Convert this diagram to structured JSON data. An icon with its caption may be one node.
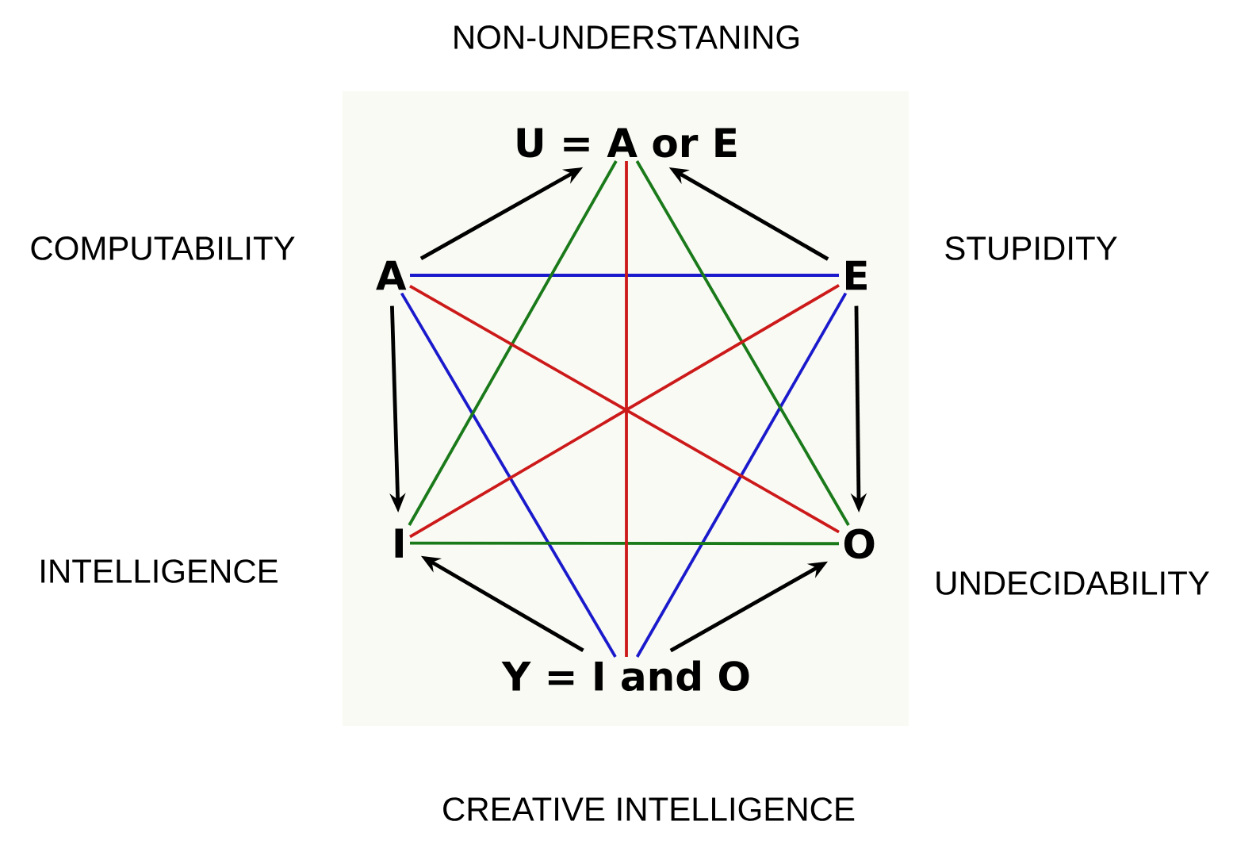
{
  "diagram": {
    "nodes": [
      {
        "text": [
          "U = A or E"
        ]
      },
      {
        "text": [
          "A"
        ]
      },
      {
        "text": [
          "E"
        ]
      },
      {
        "text": [
          "I"
        ]
      },
      {
        "text": [
          "O"
        ]
      },
      {
        "text": [
          "Y = I and O"
        ]
      }
    ],
    "edges": [
      {
        "from": 1,
        "to": 0,
        "arrow": "to"
      },
      {
        "from": 2,
        "to": 0,
        "arrow": "to"
      },
      {
        "from": 1,
        "to": 3,
        "arrow": "to"
      },
      {
        "from": 2,
        "to": 4,
        "arrow": "to"
      },
      {
        "from": 5,
        "to": 3,
        "arrow": "to"
      },
      {
        "from": 5,
        "to": 4,
        "arrow": "to"
      },
      {
        "from": 1,
        "to": 2,
        "arrow": "none",
        "color": "#1a1acc"
      },
      {
        "from": 1,
        "to": 5,
        "arrow": "none",
        "color": "#1a1acc"
      },
      {
        "from": 2,
        "to": 5,
        "arrow": "none",
        "color": "#1a1acc"
      },
      {
        "from": 0,
        "to": 3,
        "arrow": "none",
        "color": "#1a7a1a"
      },
      {
        "from": 0,
        "to": 4,
        "arrow": "none",
        "color": "#1a7a1a"
      },
      {
        "from": 3,
        "to": 4,
        "arrow": "none",
        "color": "#1a7a1a"
      },
      {
        "from": 0,
        "to": 5,
        "arrow": "none",
        "color": "#cc1a1a"
      },
      {
        "from": 1,
        "to": 4,
        "arrow": "none",
        "color": "#cc1a1a"
      },
      {
        "from": 2,
        "to": 3,
        "arrow": "none",
        "color": "#cc1a1a"
      }
    ],
    "labels": [
      "NON-UNDERSTANING",
      "COMPUTABILITY",
      "STUPIDITY",
      "INTELLIGENCE",
      "UNDECIDABILITY",
      "CREATIVE INTELLIGENCE"
    ]
  }
}
